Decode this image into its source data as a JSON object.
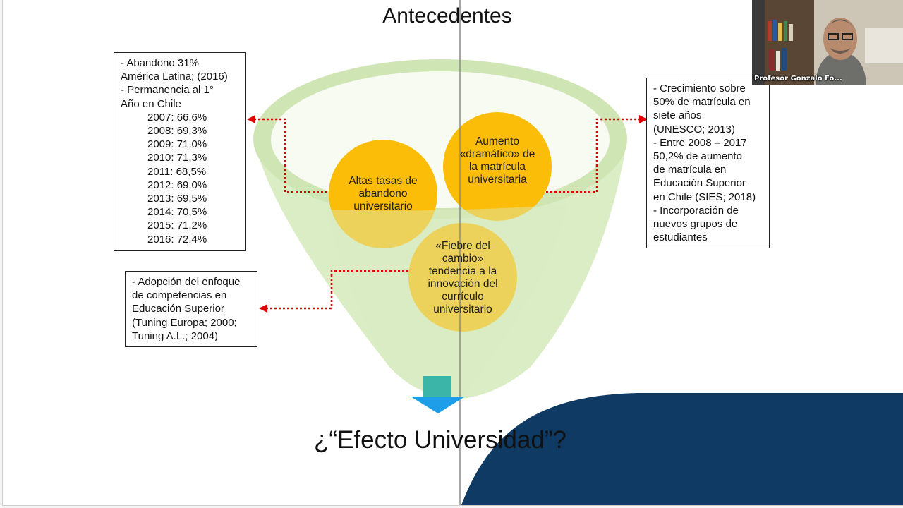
{
  "slide": {
    "title": "Antecedentes",
    "bottom_question": "¿“Efecto Universidad”?",
    "circles": {
      "left_label": "Altas tasas de abandono universitario",
      "right_label": "Aumento «dramático» de la matrícula universitaria",
      "bottom_label": "«Fiebre del cambio» tendencia a la innovación del currículo universitario"
    },
    "box_left_top": {
      "lines": [
        "- Abandono 31%",
        "América Latina; (2016)",
        "- Permanencia al 1°",
        "Año en Chile"
      ],
      "years": [
        "2007: 66,6%",
        "2008: 69,3%",
        "2009: 71,0%",
        "2010: 71,3%",
        "2011: 68,5%",
        "2012: 69,0%",
        "2013: 69,5%",
        "2014: 70,5%",
        "2015: 71,2%",
        "2016: 72,4%"
      ]
    },
    "box_left_bottom": {
      "lines": [
        "- Adopción del enfoque",
        "de competencias en",
        "Educación Superior",
        "(Tuning Europa; 2000;",
        "Tuning  A.L.; 2004)"
      ]
    },
    "box_right": {
      "lines": [
        "- Crecimiento sobre",
        "50% de matrícula en",
        "siete años",
        "(UNESCO; 2013)",
        "- Entre 2008 – 2017",
        "50,2% de aumento",
        "de matrícula en",
        "Educación Superior",
        "en Chile (SIES; 2018)",
        "- Incorporación de",
        "nuevos grupos de",
        "estudiantes"
      ]
    }
  },
  "video": {
    "participant_name": "Profesor Gonzalo Fo..."
  },
  "colors": {
    "funnel_green": "#d7ebbf",
    "circle_yellow": "#fbbd08",
    "arrow_red": "#e00000",
    "navy_shape": "#0e3a63",
    "teal_block": "#3bb5a8",
    "blue_arrow": "#1e9ee8"
  }
}
